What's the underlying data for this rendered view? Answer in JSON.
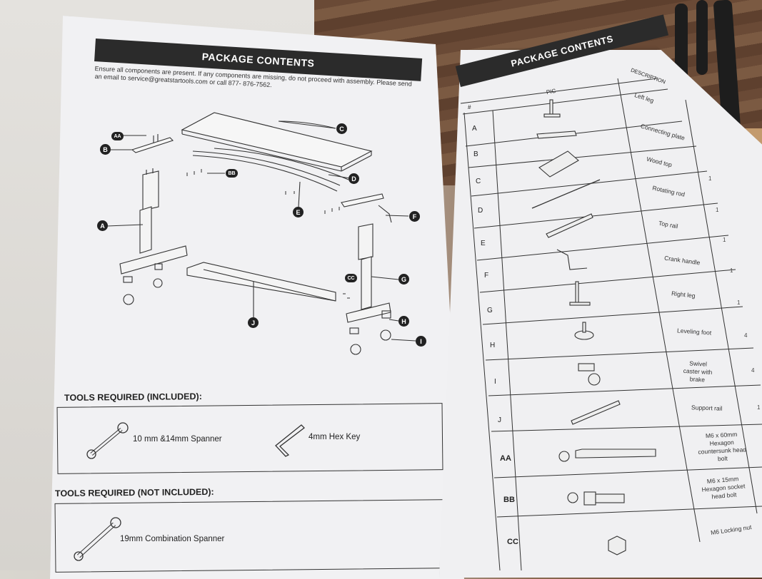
{
  "left_page": {
    "header": "PACKAGE CONTENTS",
    "intro_line1": "Ensure all components are present. If any components are missing, do not proceed with assembly. Please send",
    "intro_line2": "an email to service@greatstartools.com or call 877- 876-7562.",
    "callouts": [
      "AA",
      "B",
      "C",
      "BB",
      "D",
      "E",
      "A",
      "F",
      "CC",
      "G",
      "J",
      "H",
      "I"
    ],
    "tools_included": {
      "title": "TOOLS REQUIRED (INCLUDED):",
      "items": [
        "10 mm &14mm Spanner",
        "4mm Hex Key"
      ]
    },
    "tools_not_included": {
      "title": "TOOLS REQUIRED (NOT INCLUDED):",
      "items": [
        "19mm Combination Spanner"
      ]
    }
  },
  "right_page": {
    "header": "PACKAGE CONTENTS",
    "columns": [
      "#",
      "PIC",
      "DESCRIPTION"
    ],
    "rows": [
      {
        "id": "A",
        "desc": "Left leg",
        "qty": ""
      },
      {
        "id": "B",
        "desc": "Connecting plate",
        "qty": ""
      },
      {
        "id": "C",
        "desc": "Wood top",
        "qty": "1"
      },
      {
        "id": "D",
        "desc": "Rotating rod",
        "qty": "1"
      },
      {
        "id": "E",
        "desc": "Top rail",
        "qty": "1"
      },
      {
        "id": "F",
        "desc": "Crank handle",
        "qty": "1"
      },
      {
        "id": "G",
        "desc": "Right leg",
        "qty": "1"
      },
      {
        "id": "H",
        "desc": "Leveling foot",
        "qty": "4"
      },
      {
        "id": "I",
        "desc": "Swivel caster with brake",
        "qty": "4"
      },
      {
        "id": "J",
        "desc": "Support rail",
        "qty": "1"
      },
      {
        "id": "AA",
        "desc": "M6 x 60mm Hexagon countersunk head bolt",
        "qty": ""
      },
      {
        "id": "BB",
        "desc": "M6 x 15mm Hexagon socket head bolt",
        "qty": ""
      },
      {
        "id": "CC",
        "desc": "M6 Locking nut",
        "qty": ""
      }
    ]
  }
}
